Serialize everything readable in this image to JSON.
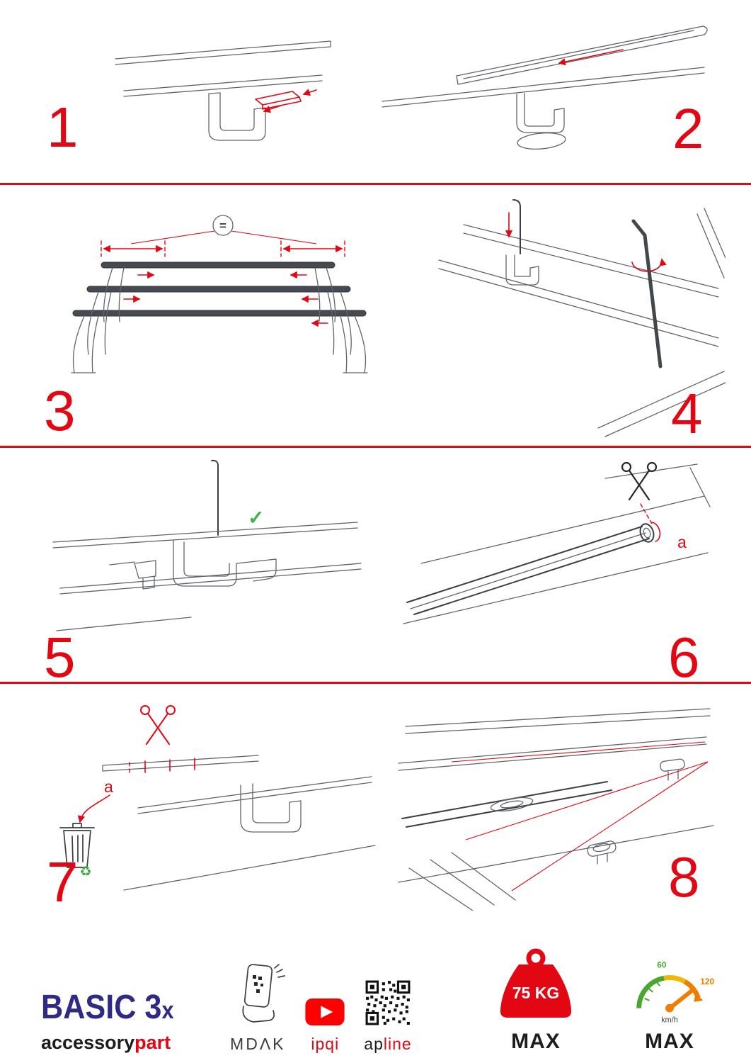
{
  "document": {
    "type": "roof-rack assembly instructions",
    "accent_color": "#e30613"
  },
  "steps": [
    {
      "number": "1"
    },
    {
      "number": "2"
    },
    {
      "number": "3",
      "annotation": "="
    },
    {
      "number": "4"
    },
    {
      "number": "5"
    },
    {
      "number": "6",
      "label": "a"
    },
    {
      "number": "7",
      "label": "a"
    },
    {
      "number": "8"
    }
  ],
  "icons": {
    "check": "✓",
    "recycle": "♻"
  },
  "footer": {
    "logo": {
      "name": "BASIC 3",
      "suffix": "x"
    },
    "brand": {
      "left": "accessory",
      "right": "part"
    },
    "partners": {
      "mdak": "MDΛK",
      "ipqi": "ipqi",
      "apline_left": "ap",
      "apline_right": "line"
    },
    "weight": {
      "value": "75 KG",
      "max": "MAX"
    },
    "speed": {
      "tick_low": "60",
      "tick_high": "120",
      "unit": "km/h",
      "max": "MAX"
    }
  }
}
